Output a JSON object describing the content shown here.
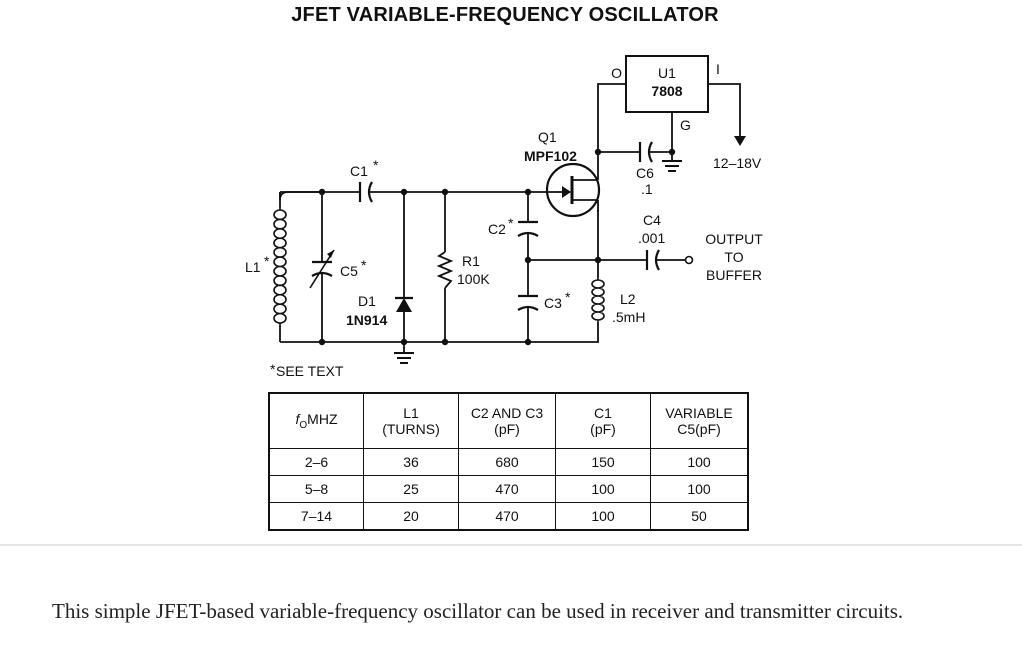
{
  "title": "JFET VARIABLE-FREQUENCY OSCILLATOR",
  "diagram": {
    "u1": {
      "ref": "U1",
      "part": "7808",
      "pin_o": "O",
      "pin_i": "I",
      "pin_g": "G"
    },
    "supply": "12–18V",
    "q1": {
      "ref": "Q1",
      "part": "MPF102"
    },
    "c6": {
      "ref": "C6",
      "value": ".1"
    },
    "c1": {
      "ref": "C1",
      "mark": "*"
    },
    "c2": {
      "ref": "C2",
      "mark": "*"
    },
    "c3": {
      "ref": "C3",
      "mark": "*"
    },
    "c4": {
      "ref": "C4",
      "value": ".001"
    },
    "c5": {
      "ref": "C5",
      "mark": "*"
    },
    "l1": {
      "ref": "L1",
      "mark": "*"
    },
    "l2": {
      "ref": "L2",
      "value": ".5mH"
    },
    "r1": {
      "ref": "R1",
      "value": "100K"
    },
    "d1": {
      "ref": "D1",
      "part": "1N914"
    },
    "output": [
      "OUTPUT",
      "TO",
      "BUFFER"
    ],
    "note_mark": "*",
    "note_text": "SEE TEXT"
  },
  "table": {
    "headers": [
      {
        "main": "f",
        "sub": "O",
        "rest": "MHZ"
      },
      {
        "lines": [
          "L1",
          "(TURNS)"
        ]
      },
      {
        "lines": [
          "C2 AND C3",
          "(pF)"
        ]
      },
      {
        "lines": [
          "C1",
          "(pF)"
        ]
      },
      {
        "lines": [
          "VARIABLE",
          "C5(pF)"
        ]
      }
    ],
    "rows": [
      [
        "2–6",
        "36",
        "680",
        "150",
        "100"
      ],
      [
        "5–8",
        "25",
        "470",
        "100",
        "100"
      ],
      [
        "7–14",
        "20",
        "470",
        "100",
        "50"
      ]
    ]
  },
  "caption": "This simple JFET-based variable-frequency oscillator can be used in receiver and transmitter circuits."
}
